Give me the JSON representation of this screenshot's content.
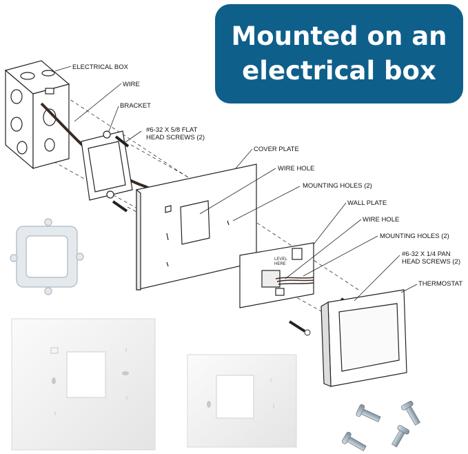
{
  "banner": {
    "line1": "Mounted on an",
    "line2": "electrical box"
  },
  "labels": {
    "electrical_box": "ELECTRICAL BOX",
    "wire": "WIRE",
    "bracket": "BRACKET",
    "flat_screws_1": "#6-32 X 5/8 FLAT",
    "flat_screws_2": "HEAD SCREWS (2)",
    "cover_plate": "COVER PLATE",
    "wire_hole_1": "WIRE HOLE",
    "mounting_holes_1": "MOUNTING HOLES (2)",
    "wall_plate": "WALL PLATE",
    "wire_hole_2": "WIRE HOLE",
    "mounting_holes_2": "MOUNTING HOLES (2)",
    "pan_screws_1": "#6-32 X 1/4 PAN",
    "pan_screws_2": "HEAD SCREWS (2)",
    "thermostat": "THERMOSTAT",
    "wall_plate_marking_1": "LEVEL",
    "wall_plate_marking_2": "HERE"
  },
  "colors": {
    "banner": "#0f5f8b",
    "plate": "#f2f2f2",
    "wire": "#3a2a22",
    "line": "#222222"
  }
}
